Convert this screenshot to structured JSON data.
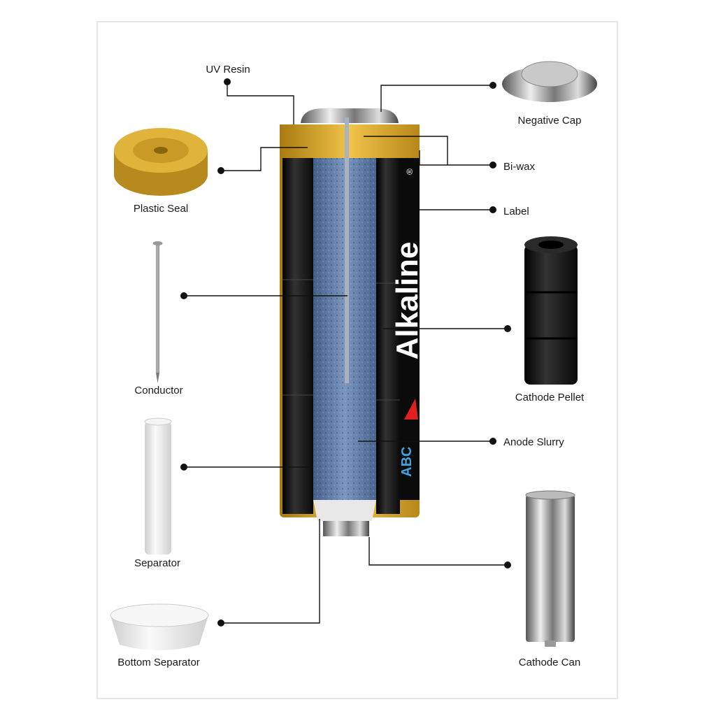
{
  "title": "Alkaline battery cross-section",
  "labels": {
    "uv_resin": "UV Resin",
    "negative_cap": "Negative Cap",
    "plastic_seal": "Plastic Seal",
    "bi_wax": "Bi-wax",
    "label": "Label",
    "conductor": "Conductor",
    "cathode_pellet": "Cathode Pellet",
    "anode_slurry": "Anode Slurry",
    "separator": "Separator",
    "cathode_can": "Cathode Can",
    "bottom_separator": "Bottom Separator"
  },
  "battery_branding": {
    "brand": "ABC",
    "type": "Alkaline",
    "mark": "®"
  },
  "colors": {
    "gold": "#d9a521",
    "anode": "#5a7aa6",
    "black": "#151515",
    "line": "#111111"
  }
}
